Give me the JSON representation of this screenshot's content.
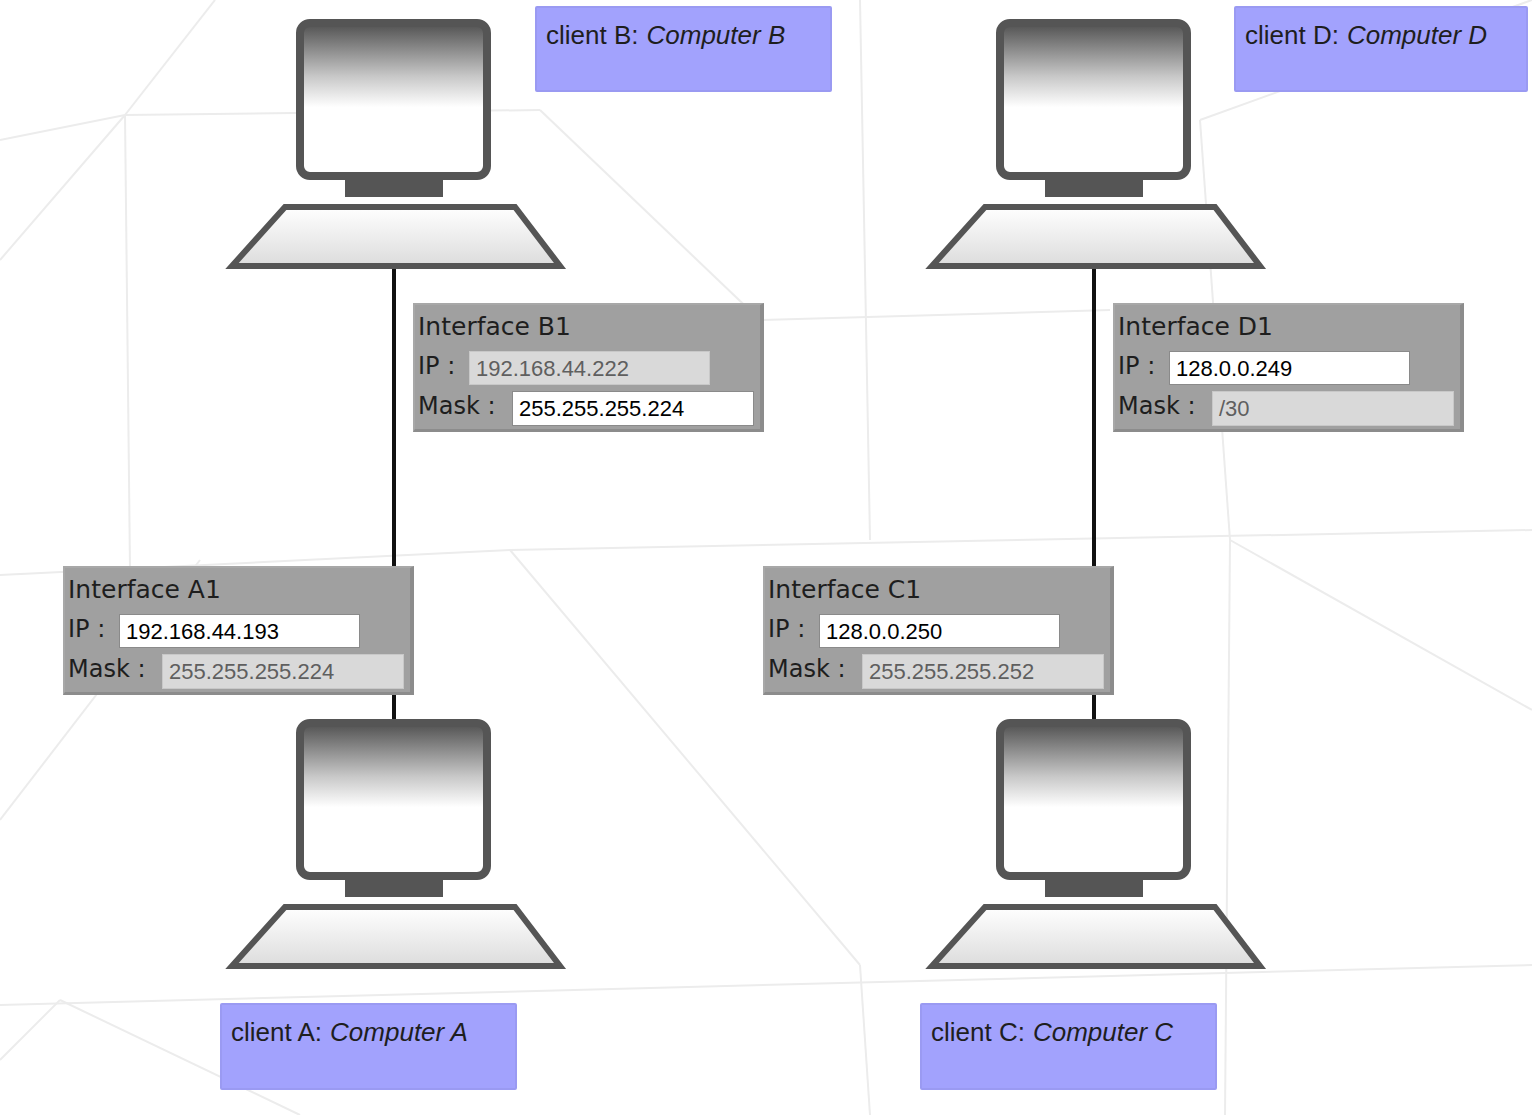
{
  "diagram": {
    "nodes": [
      {
        "text": [
          "client B:",
          "Computer B"
        ]
      },
      {
        "text": [
          "client D:",
          "Computer D"
        ]
      },
      {
        "text": [
          "Interface B1",
          "IP :",
          "192.168.44.222",
          "Mask :",
          "255.255.255.224"
        ]
      },
      {
        "text": [
          "Interface D1",
          "IP :",
          "128.0.0.249",
          "Mask :",
          "/30"
        ]
      },
      {
        "text": [
          "Interface A1",
          "IP :",
          "192.168.44.193",
          "Mask :",
          "255.255.255.224"
        ]
      },
      {
        "text": [
          "Interface C1",
          "IP :",
          "128.0.0.250",
          "Mask :",
          "255.255.255.252"
        ]
      },
      {
        "text": [
          "client A:",
          "Computer A"
        ]
      },
      {
        "text": [
          "client C:",
          "Computer C"
        ]
      }
    ]
  }
}
